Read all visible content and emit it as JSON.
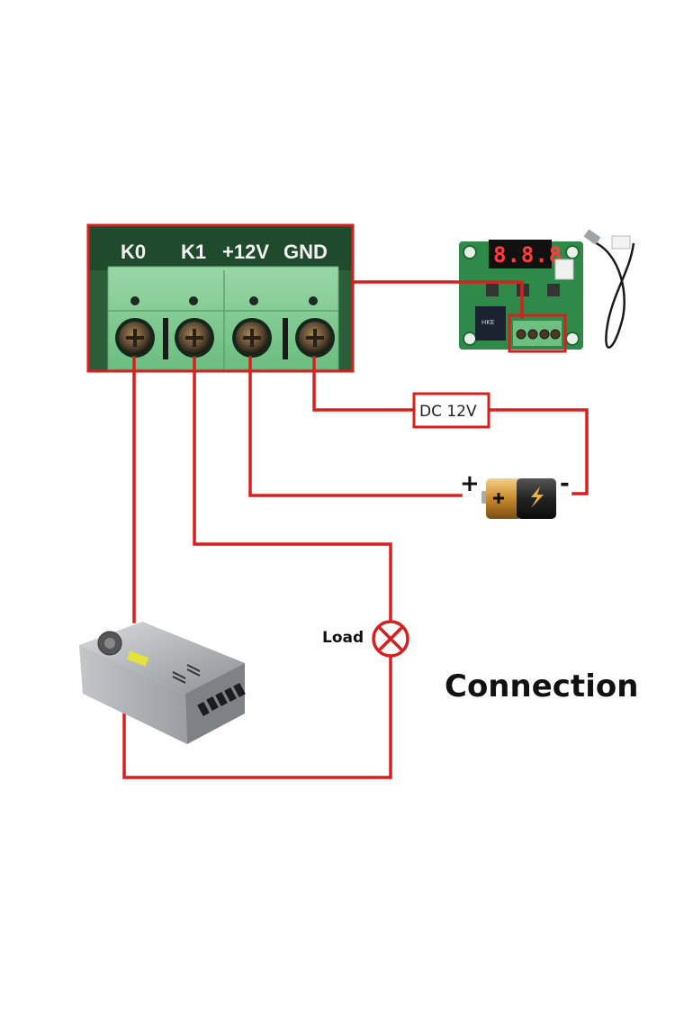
{
  "title": "Connection",
  "terminal_block": {
    "labels": [
      "K0",
      "K1",
      "+12V",
      "GND"
    ]
  },
  "power_box": {
    "label": "DC 12V"
  },
  "battery": {
    "positive_label": "+",
    "negative_label": "-"
  },
  "load": {
    "label": "Load"
  },
  "thermostat_module": {
    "display_text": "8.8.8"
  },
  "colors": {
    "wire": "#d81f1f",
    "pcb_green": "#2c6b3d",
    "terminal_green": "#7cc98f",
    "battery_gold": "#c98a2c",
    "battery_black": "#222222"
  }
}
